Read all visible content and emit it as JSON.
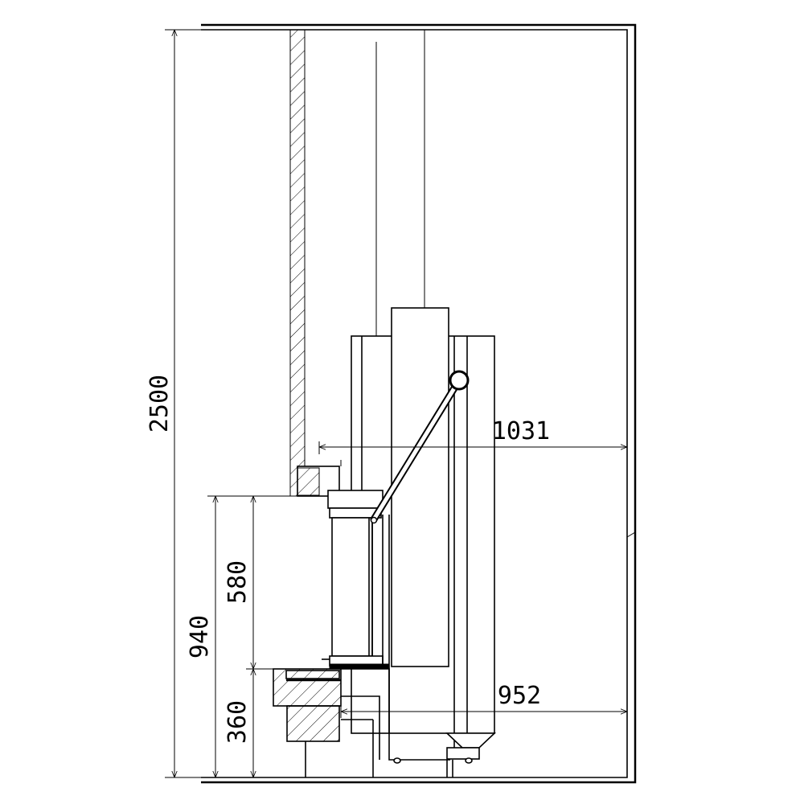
{
  "dimensions": {
    "total_height": "2500",
    "install_height": "940",
    "door_height": "580",
    "base_height": "360",
    "upper_depth": "1031",
    "lower_depth": "952"
  }
}
